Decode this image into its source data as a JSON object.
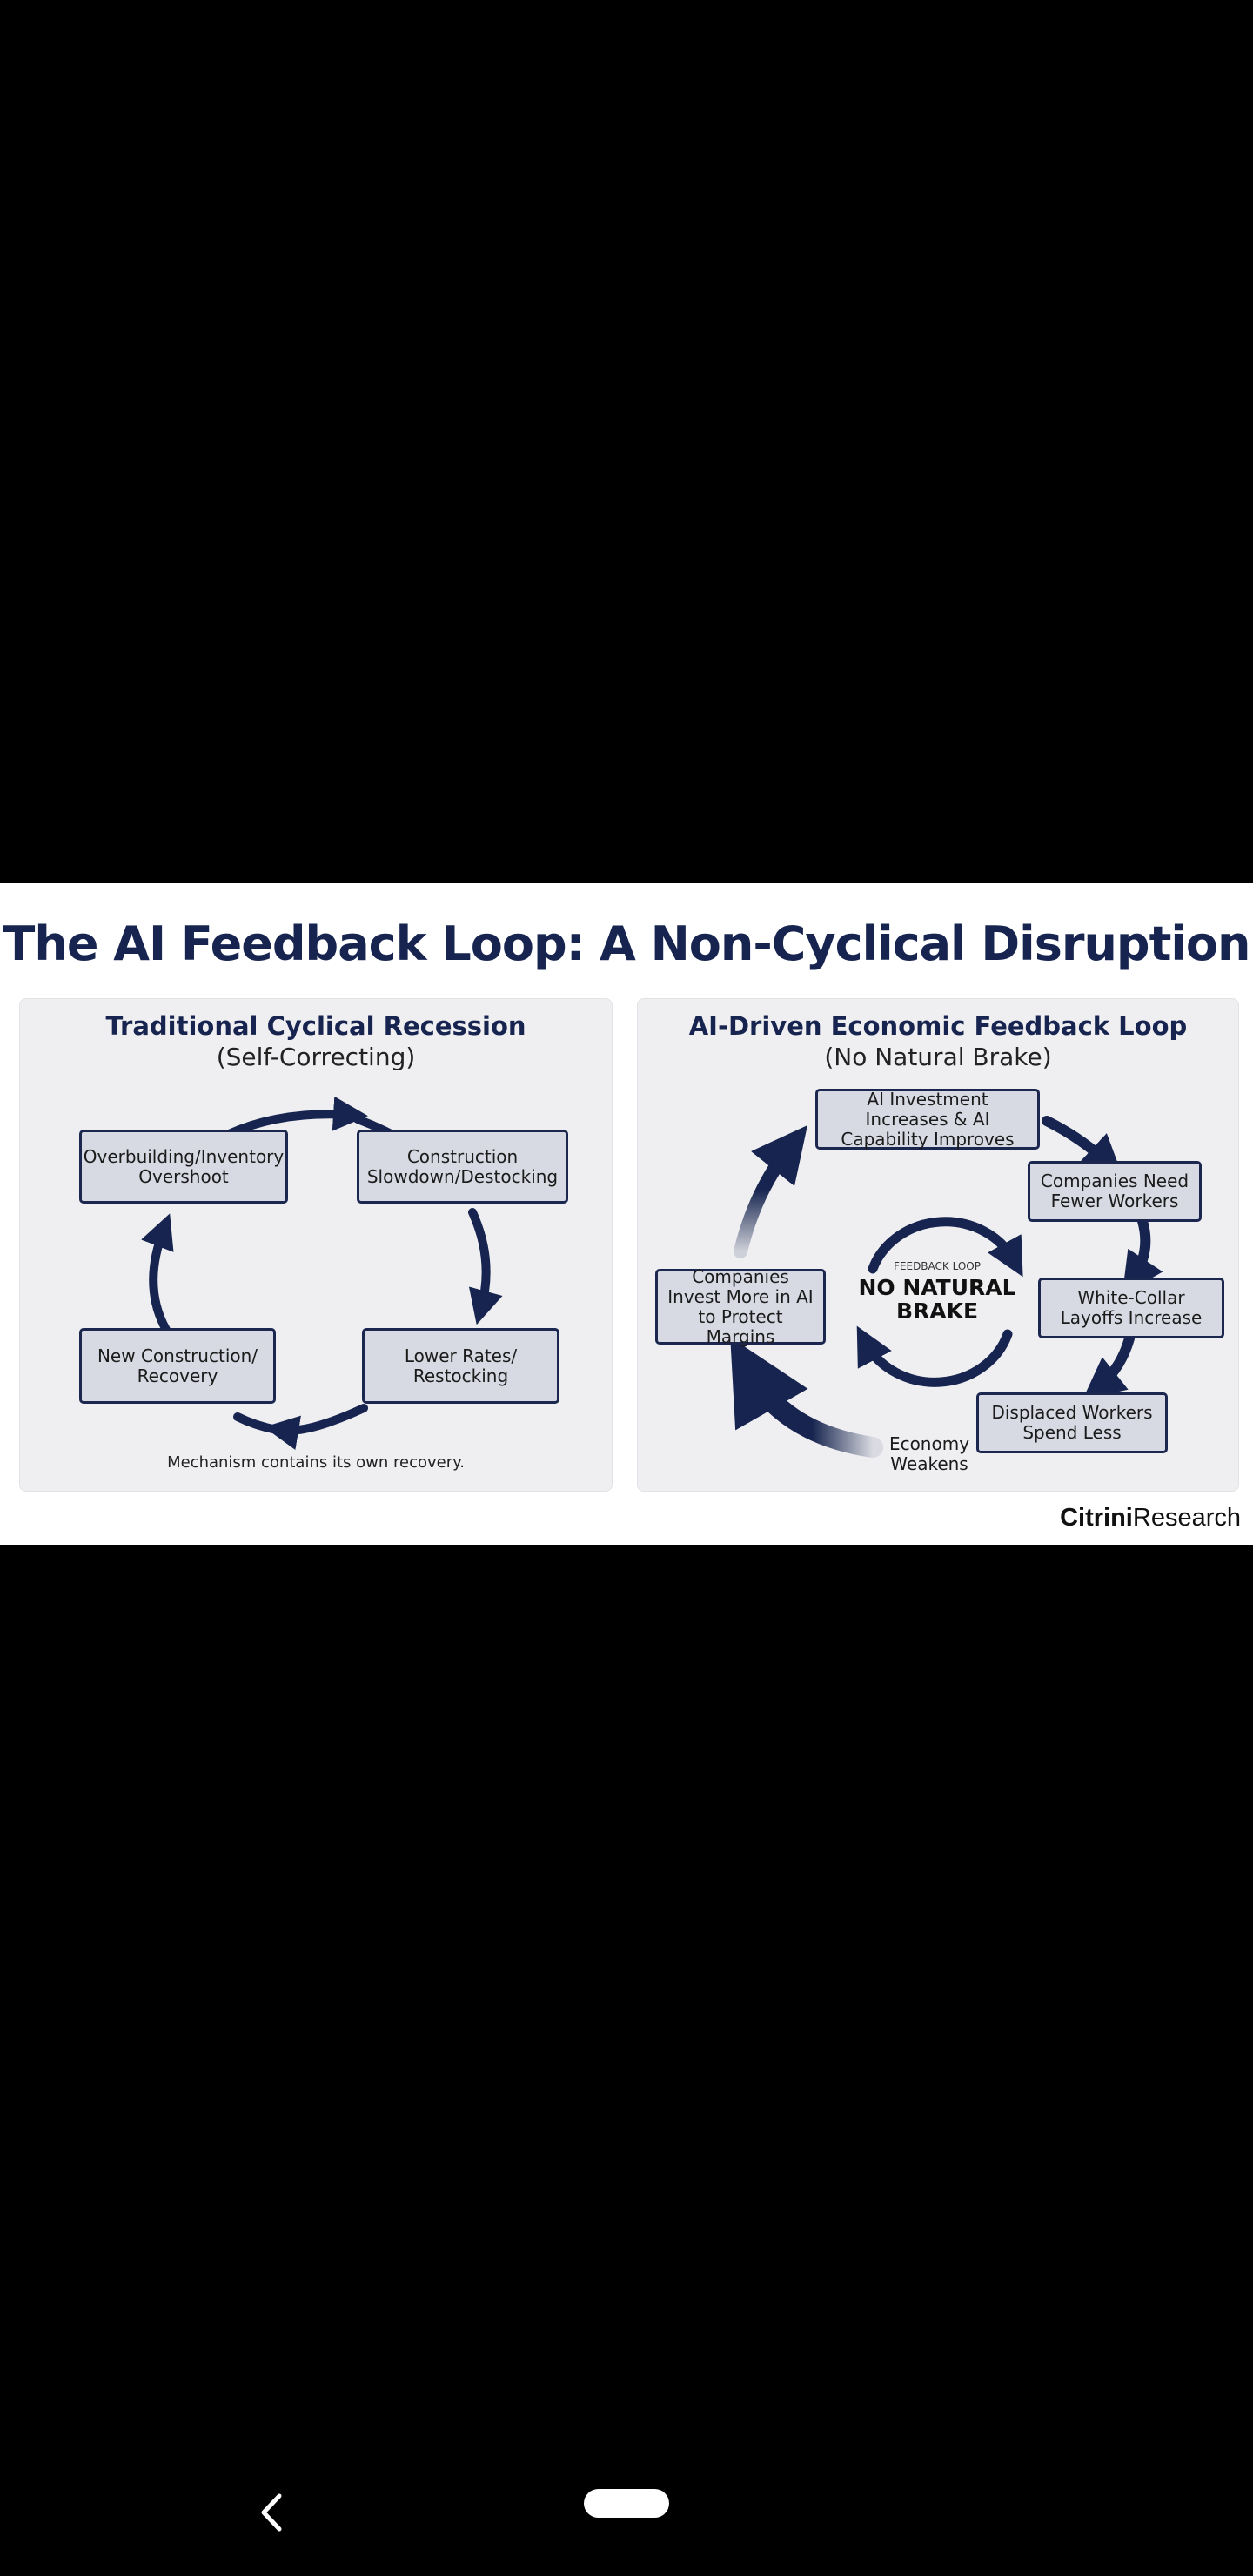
{
  "infographic": {
    "title": "The AI Feedback Loop: A Non-Cyclical Disruption",
    "left_panel": {
      "title": "Traditional Cyclical Recession",
      "subtitle": "(Self-Correcting)",
      "boxes": {
        "overbuilding": "Overbuilding/Inventory Overshoot",
        "construction": "Construction Slowdown/Destocking",
        "lower_rates": "Lower Rates/ Restocking",
        "new_construction": "New Construction/ Recovery"
      },
      "caption": "Mechanism contains its own recovery."
    },
    "right_panel": {
      "title": "AI-Driven Economic Feedback Loop",
      "subtitle": "(No Natural Brake)",
      "boxes": {
        "ai_investment": "AI Investment Increases & AI Capability Improves",
        "companies_need": "Companies Need Fewer Workers",
        "white_collar": "White-Collar Layoffs Increase",
        "displaced": "Displaced Workers Spend Less",
        "companies_invest": "Companies Invest More in AI to Protect Margins"
      },
      "economy_label": "Economy Weakens",
      "center_small": "FEEDBACK LOOP",
      "center_big": "NO NATURAL BRAKE"
    },
    "brand": {
      "part1": "Citrini",
      "part2": "Research"
    }
  },
  "navigation": {
    "back_icon": "chevron-left-icon",
    "home_icon": "home-pill-icon"
  },
  "colors": {
    "navy": "#16244f",
    "box_fill": "#d8dae3",
    "panel_bg": "#efeff1"
  }
}
